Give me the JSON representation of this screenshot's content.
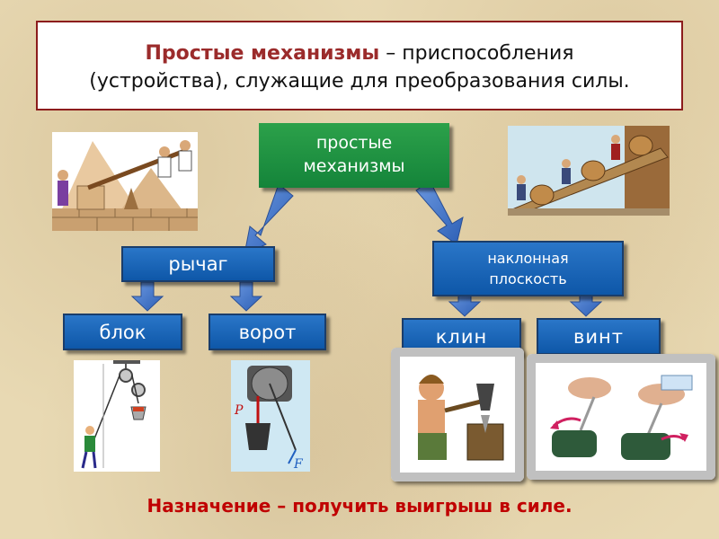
{
  "title": {
    "bold": "Простые механизмы",
    "rest_line1": " – приспособления",
    "line2": "(устройства), служащие для преобразования силы."
  },
  "nodes": {
    "root": [
      "простые",
      "механизмы"
    ],
    "lever": "рычаг",
    "inclined_plane": [
      "наклонная",
      "плоскость"
    ],
    "block": "блок",
    "windlass": "ворот",
    "wedge": "клин",
    "screw": "винт"
  },
  "windlass_forces": {
    "p": "P",
    "f": "F"
  },
  "purpose": "Назначение – получить выигрыш в силе.",
  "colors": {
    "title_accent": "#9b2b2b",
    "root_green": "#14843a",
    "node_blue": "#0e57a8",
    "arrow_blue": "#3f74c9",
    "purpose_red": "#c00000"
  }
}
